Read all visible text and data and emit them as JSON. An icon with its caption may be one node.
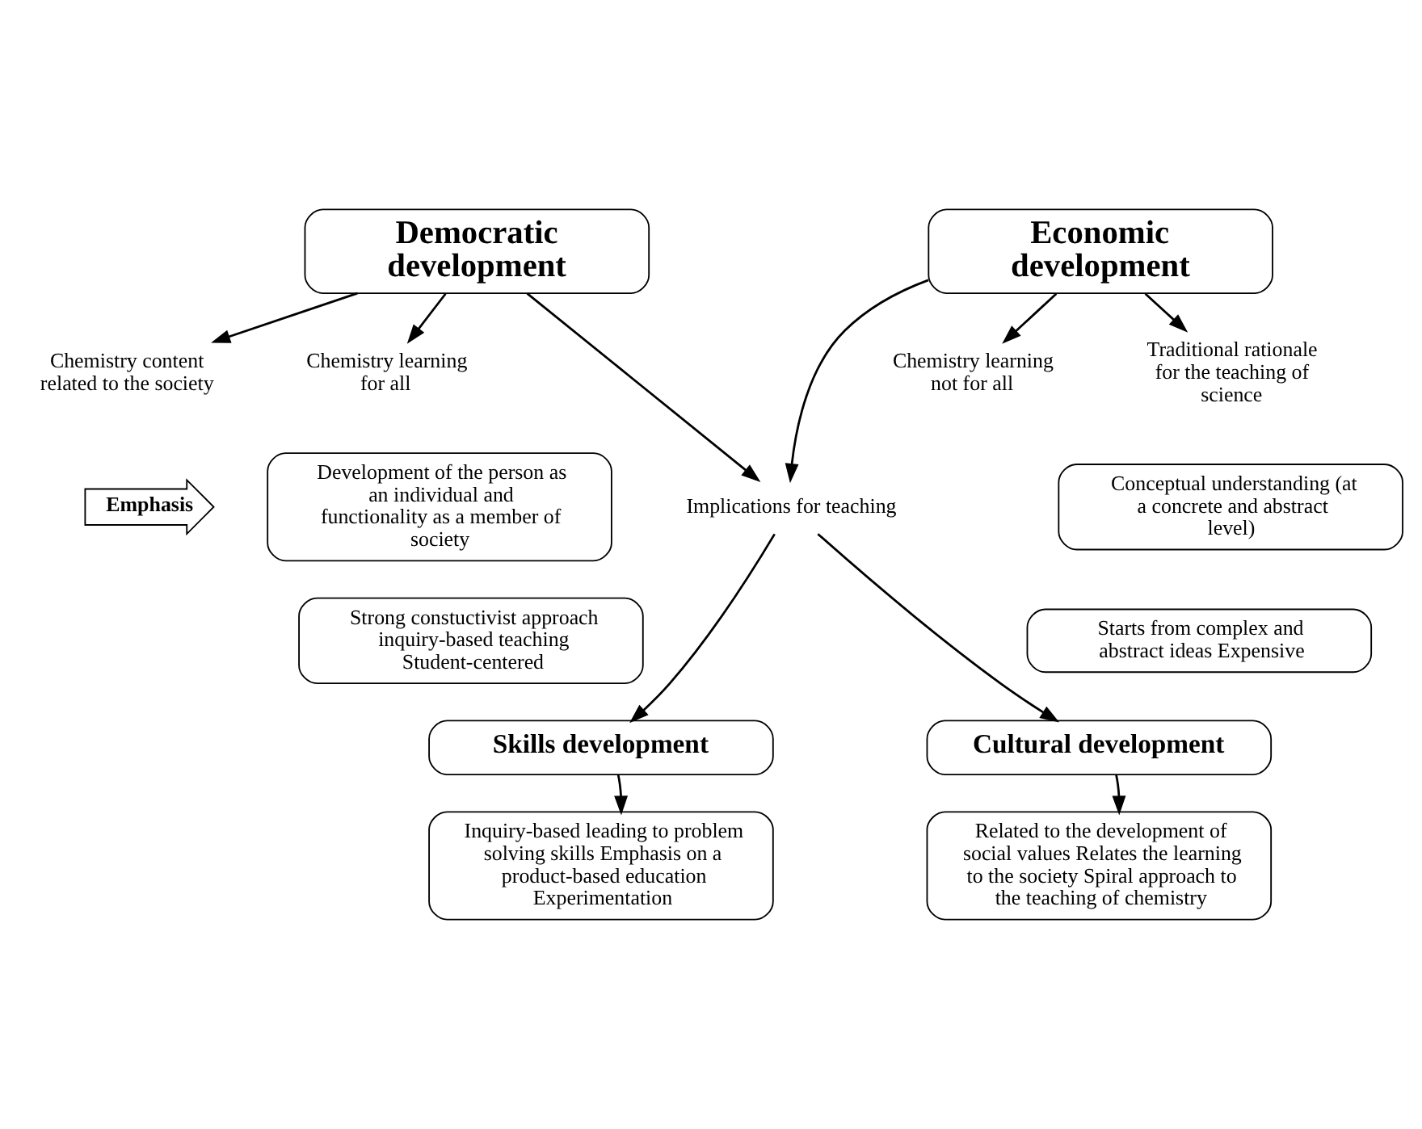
{
  "diagram": {
    "nodes": [
      {
        "text": [
          "Democratic development"
        ]
      },
      {
        "text": [
          "Economic development"
        ]
      },
      {
        "text": [
          "Chemistry content related to the society"
        ]
      },
      {
        "text": [
          "Chemistry learning for all"
        ]
      },
      {
        "text": [
          "Traditional rationale for the teaching of science"
        ]
      },
      {
        "text": [
          "Chemistry learning not for all"
        ]
      },
      {
        "text": [
          "Emphasis"
        ]
      },
      {
        "text": [
          "Development of the person as an individual and functionality as a member of society"
        ]
      },
      {
        "text": [
          "Conceptual understanding (at a concrete and abstract level)"
        ]
      },
      {
        "text": [
          "Implications for teaching"
        ]
      },
      {
        "text": [
          "Strong constuctivist approach inquiry-based teaching Student-centered"
        ]
      },
      {
        "text": [
          "Starts from complex and abstract ideas Expensive"
        ]
      },
      {
        "text": [
          "Skills development"
        ]
      },
      {
        "text": [
          "Cultural development"
        ]
      },
      {
        "text": [
          "Inquiry-based leading to problem solving skills Emphasis on a product-based education Experimentation"
        ]
      },
      {
        "text": [
          "Related to the development of social values Relates the learning to the society Spiral approach to the teaching of chemistry"
        ]
      }
    ],
    "edges": [
      {
        "from": 0,
        "to": 2,
        "arrow": "to"
      },
      {
        "from": 0,
        "to": 3,
        "arrow": "to"
      },
      {
        "from": 1,
        "to": 4,
        "arrow": "to"
      },
      {
        "from": 1,
        "to": 5,
        "arrow": "to"
      },
      {
        "from": 0,
        "to": 9,
        "arrow": "to"
      },
      {
        "from": 1,
        "to": 9,
        "arrow": "to"
      },
      {
        "from": 9,
        "to": 12,
        "arrow": "to"
      },
      {
        "from": 9,
        "to": 13,
        "arrow": "to"
      },
      {
        "from": 12,
        "to": 14,
        "arrow": "to"
      },
      {
        "from": 13,
        "to": 15,
        "arrow": "to"
      }
    ]
  }
}
